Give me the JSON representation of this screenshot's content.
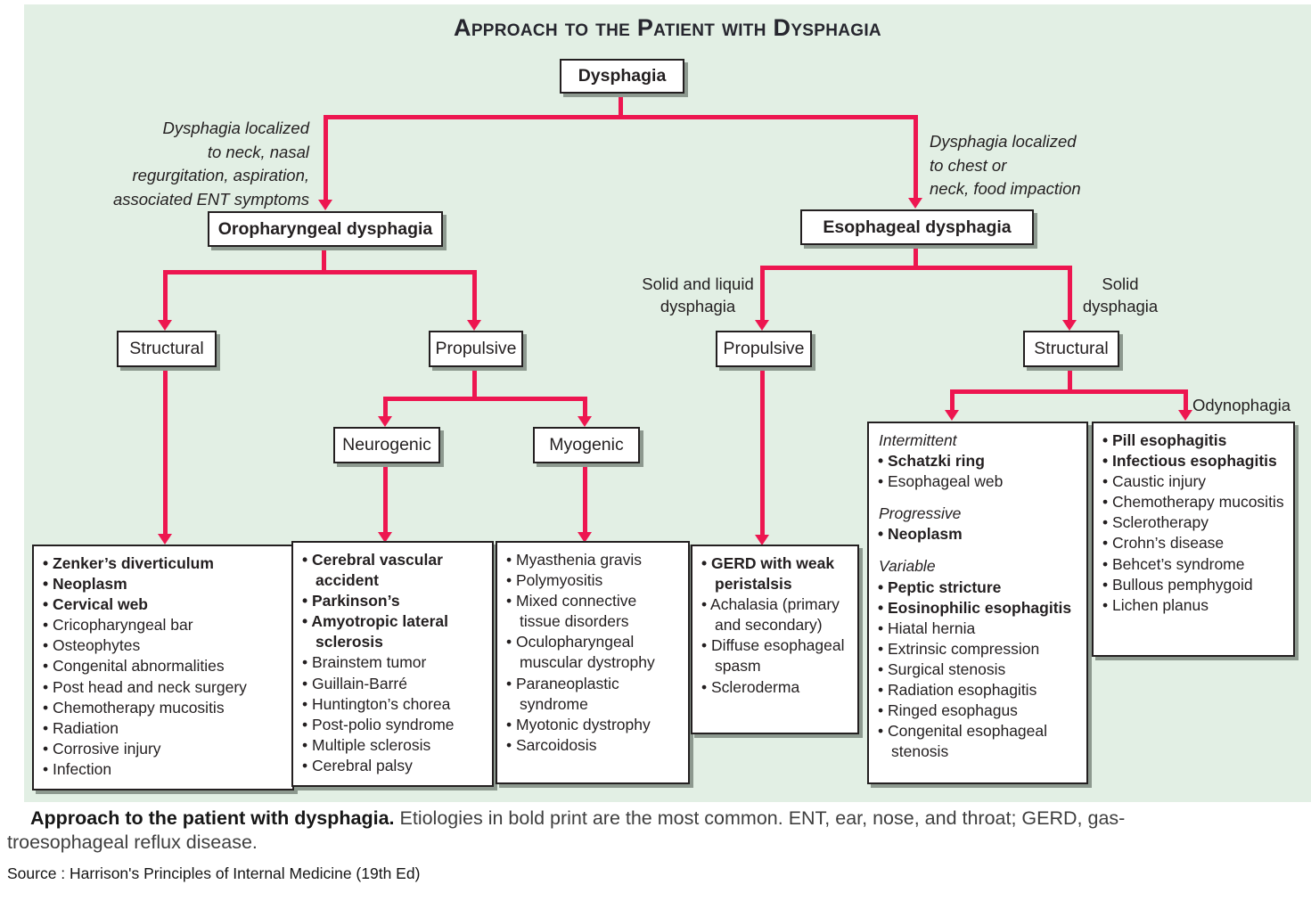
{
  "title": "Approach to the Patient with Dysphagia",
  "colors": {
    "panel_background": "#e2efe4",
    "arrow": "#ed1650",
    "box_border": "#231f20",
    "box_shadow": "#8d998f",
    "text": "#231f20"
  },
  "nodes": {
    "dysphagia": "Dysphagia",
    "oropharyngeal": "Oropharyngeal dysphagia",
    "esophageal": "Esophageal dysphagia",
    "oro_structural": "Structural",
    "oro_propulsive": "Propulsive",
    "neurogenic": "Neurogenic",
    "myogenic": "Myogenic",
    "eso_propulsive": "Propulsive",
    "eso_structural": "Structural"
  },
  "edge_labels": {
    "oropharyngeal_criteria": [
      "Dysphagia localized",
      "to neck, nasal",
      "regurgitation, aspiration,",
      "associated ENT symptoms"
    ],
    "esophageal_criteria": [
      "Dysphagia localized",
      "to chest or",
      "neck, food impaction"
    ],
    "solid_and_liquid": [
      "Solid and liquid",
      "dysphagia"
    ],
    "solid_only": [
      "Solid",
      "dysphagia"
    ],
    "odynophagia": "Odynophagia"
  },
  "lists": {
    "oropharyngeal_structural": [
      {
        "t": "Zenker’s diverticulum",
        "b": true
      },
      {
        "t": "Neoplasm",
        "b": true
      },
      {
        "t": "Cervical web",
        "b": true
      },
      {
        "t": "Cricopharyngeal bar"
      },
      {
        "t": "Osteophytes"
      },
      {
        "t": "Congenital abnormalities"
      },
      {
        "t": "Post head and neck surgery"
      },
      {
        "t": "Chemotherapy mucositis"
      },
      {
        "t": "Radiation"
      },
      {
        "t": "Corrosive injury"
      },
      {
        "t": "Infection"
      }
    ],
    "neurogenic": [
      {
        "t": "Cerebral vascular accident",
        "b": true
      },
      {
        "t": "Parkinson’s",
        "b": true
      },
      {
        "t": "Amyotropic lateral sclerosis",
        "b": true
      },
      {
        "t": "Brainstem tumor"
      },
      {
        "t": "Guillain-Barré"
      },
      {
        "t": "Huntington’s chorea"
      },
      {
        "t": "Post-polio syndrome"
      },
      {
        "t": "Multiple sclerosis"
      },
      {
        "t": "Cerebral palsy"
      }
    ],
    "myogenic": [
      {
        "t": "Myasthenia gravis"
      },
      {
        "t": "Polymyositis"
      },
      {
        "t": "Mixed connective tissue disorders"
      },
      {
        "t": "Oculopharyngeal muscular dystrophy"
      },
      {
        "t": "Paraneoplastic syndrome"
      },
      {
        "t": "Myotonic dystrophy"
      },
      {
        "t": "Sarcoidosis"
      }
    ],
    "esophageal_propulsive": [
      {
        "t": "GERD with weak peristalsis",
        "b": true
      },
      {
        "t": "Achalasia (primary and secondary)"
      },
      {
        "t": "Diffuse esophageal spasm"
      },
      {
        "t": "Scleroderma"
      }
    ],
    "esophageal_structural": [
      {
        "t": "Intermittent",
        "h": true
      },
      {
        "t": "Schatzki ring",
        "b": true
      },
      {
        "t": "Esophageal web"
      },
      {
        "t": "Progressive",
        "h": true,
        "g": true
      },
      {
        "t": "Neoplasm",
        "b": true
      },
      {
        "t": "Variable",
        "h": true,
        "g": true
      },
      {
        "t": "Peptic stricture",
        "b": true
      },
      {
        "t": "Eosinophilic esophagitis",
        "b": true
      },
      {
        "t": "Hiatal hernia"
      },
      {
        "t": "Extrinsic compression"
      },
      {
        "t": "Surgical stenosis"
      },
      {
        "t": "Radiation esophagitis"
      },
      {
        "t": "Ringed esophagus"
      },
      {
        "t": "Congenital esophageal stenosis"
      }
    ],
    "odynophagia": [
      {
        "t": "Pill esophagitis",
        "b": true
      },
      {
        "t": "Infectious esophagitis",
        "b": true
      },
      {
        "t": "Caustic injury"
      },
      {
        "t": "Chemotherapy mucositis"
      },
      {
        "t": "Sclerotherapy"
      },
      {
        "t": "Crohn’s disease"
      },
      {
        "t": "Behcet’s syndrome"
      },
      {
        "t": "Bullous pemphygoid"
      },
      {
        "t": "Lichen planus"
      }
    ]
  },
  "caption": {
    "lead": "Approach to the patient with dysphagia.",
    "line1": " Etiologies in bold print are the most common. ENT, ear, nose, and throat; GERD, gas-",
    "line2": "troesophageal reflux disease."
  },
  "source": "Source : Harrison's Principles of Internal Medicine (19th Ed)"
}
